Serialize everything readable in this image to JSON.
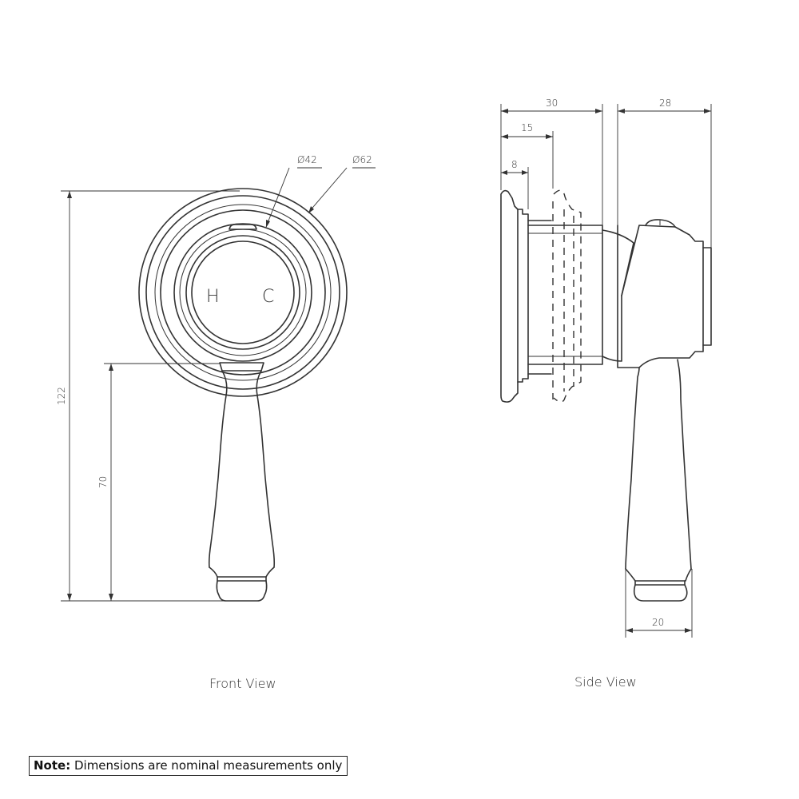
{
  "views": {
    "front_label": "Front View",
    "side_label": "Side View"
  },
  "markings": {
    "hot": "H",
    "cold": "C"
  },
  "dimensions": {
    "inner_diameter": "Ø42",
    "outer_diameter": "Ø62",
    "total_height": "122",
    "lever_height": "70",
    "depth_30": "30",
    "depth_15": "15",
    "depth_8": "8",
    "lever_projection": "28",
    "lever_width": "20"
  },
  "note": {
    "prefix": "Note:",
    "text": " Dimensions are nominal measurements only"
  }
}
